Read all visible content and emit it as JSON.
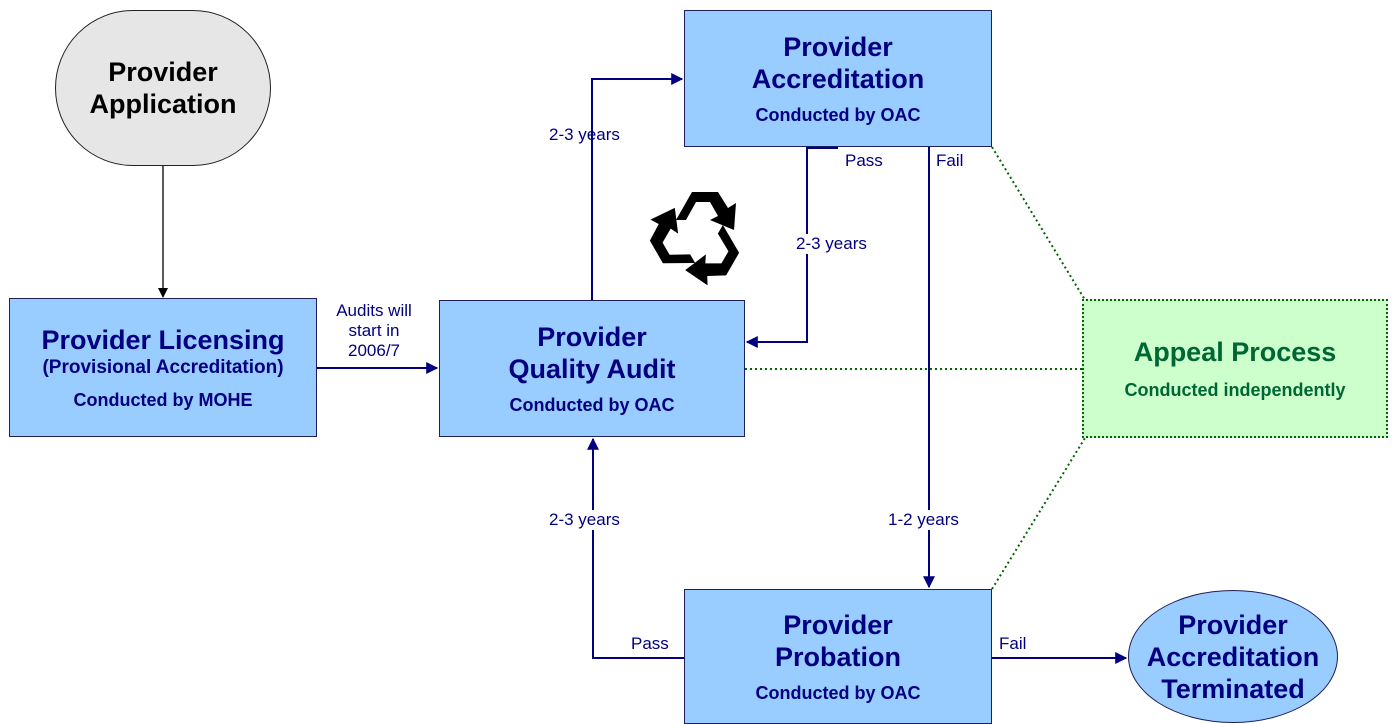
{
  "nodes": {
    "application": {
      "title": "Provider Application"
    },
    "licensing": {
      "title": "Provider Licensing",
      "subtitle": "(Provisional Accreditation)",
      "conducted": "Conducted by MOHE"
    },
    "audit": {
      "title": "Provider Quality Audit",
      "conducted": "Conducted by OAC"
    },
    "accreditation": {
      "title": "Provider Accreditation",
      "conducted": "Conducted by OAC"
    },
    "probation": {
      "title": "Provider Probation",
      "conducted": "Conducted by OAC"
    },
    "terminated": {
      "title": "Provider Accreditation Terminated"
    },
    "appeal": {
      "title": "Appeal Process",
      "conducted": "Conducted independently"
    }
  },
  "edges": {
    "audits_start": "Audits will start in 2006/7",
    "audit_to_accreditation": "2-3 years",
    "accreditation_pass": "Pass",
    "accreditation_fail": "Fail",
    "pass_cycle": "2-3 years",
    "fail_to_probation": "1-2 years",
    "probation_to_audit": "2-3 years",
    "probation_pass": "Pass",
    "probation_fail": "Fail"
  },
  "icons": {
    "cycle": "recycle-icon"
  },
  "colors": {
    "box_fill": "#99ccff",
    "text_navy": "#000080",
    "appeal_fill": "#ccffcc",
    "appeal_text": "#006633",
    "start_fill": "#e6e6e6",
    "dotted_line": "#006600"
  }
}
